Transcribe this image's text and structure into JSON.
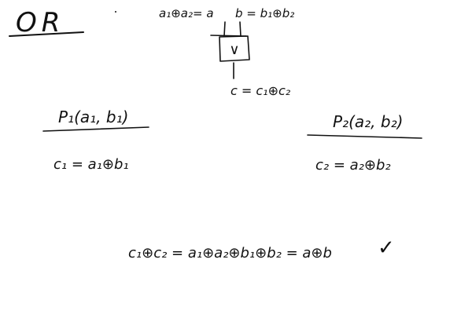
{
  "title": "OR",
  "gate": {
    "input_a_label": "a₁⊕a₂= a",
    "input_b_label": "b = b₁⊕b₂",
    "symbol": "∨",
    "output_label": "c = c₁⊕c₂"
  },
  "party1": {
    "header": "P₁(a₁, b₁)",
    "equation": "c₁ = a₁⊕b₁"
  },
  "party2": {
    "header": "P₂(a₂, b₂)",
    "equation": "c₂ = a₂⊕b₂"
  },
  "conclusion": {
    "equation": "c₁⊕c₂ = a₁⊕a₂⊕b₁⊕b₂ = a⊕b",
    "check": "✓"
  }
}
